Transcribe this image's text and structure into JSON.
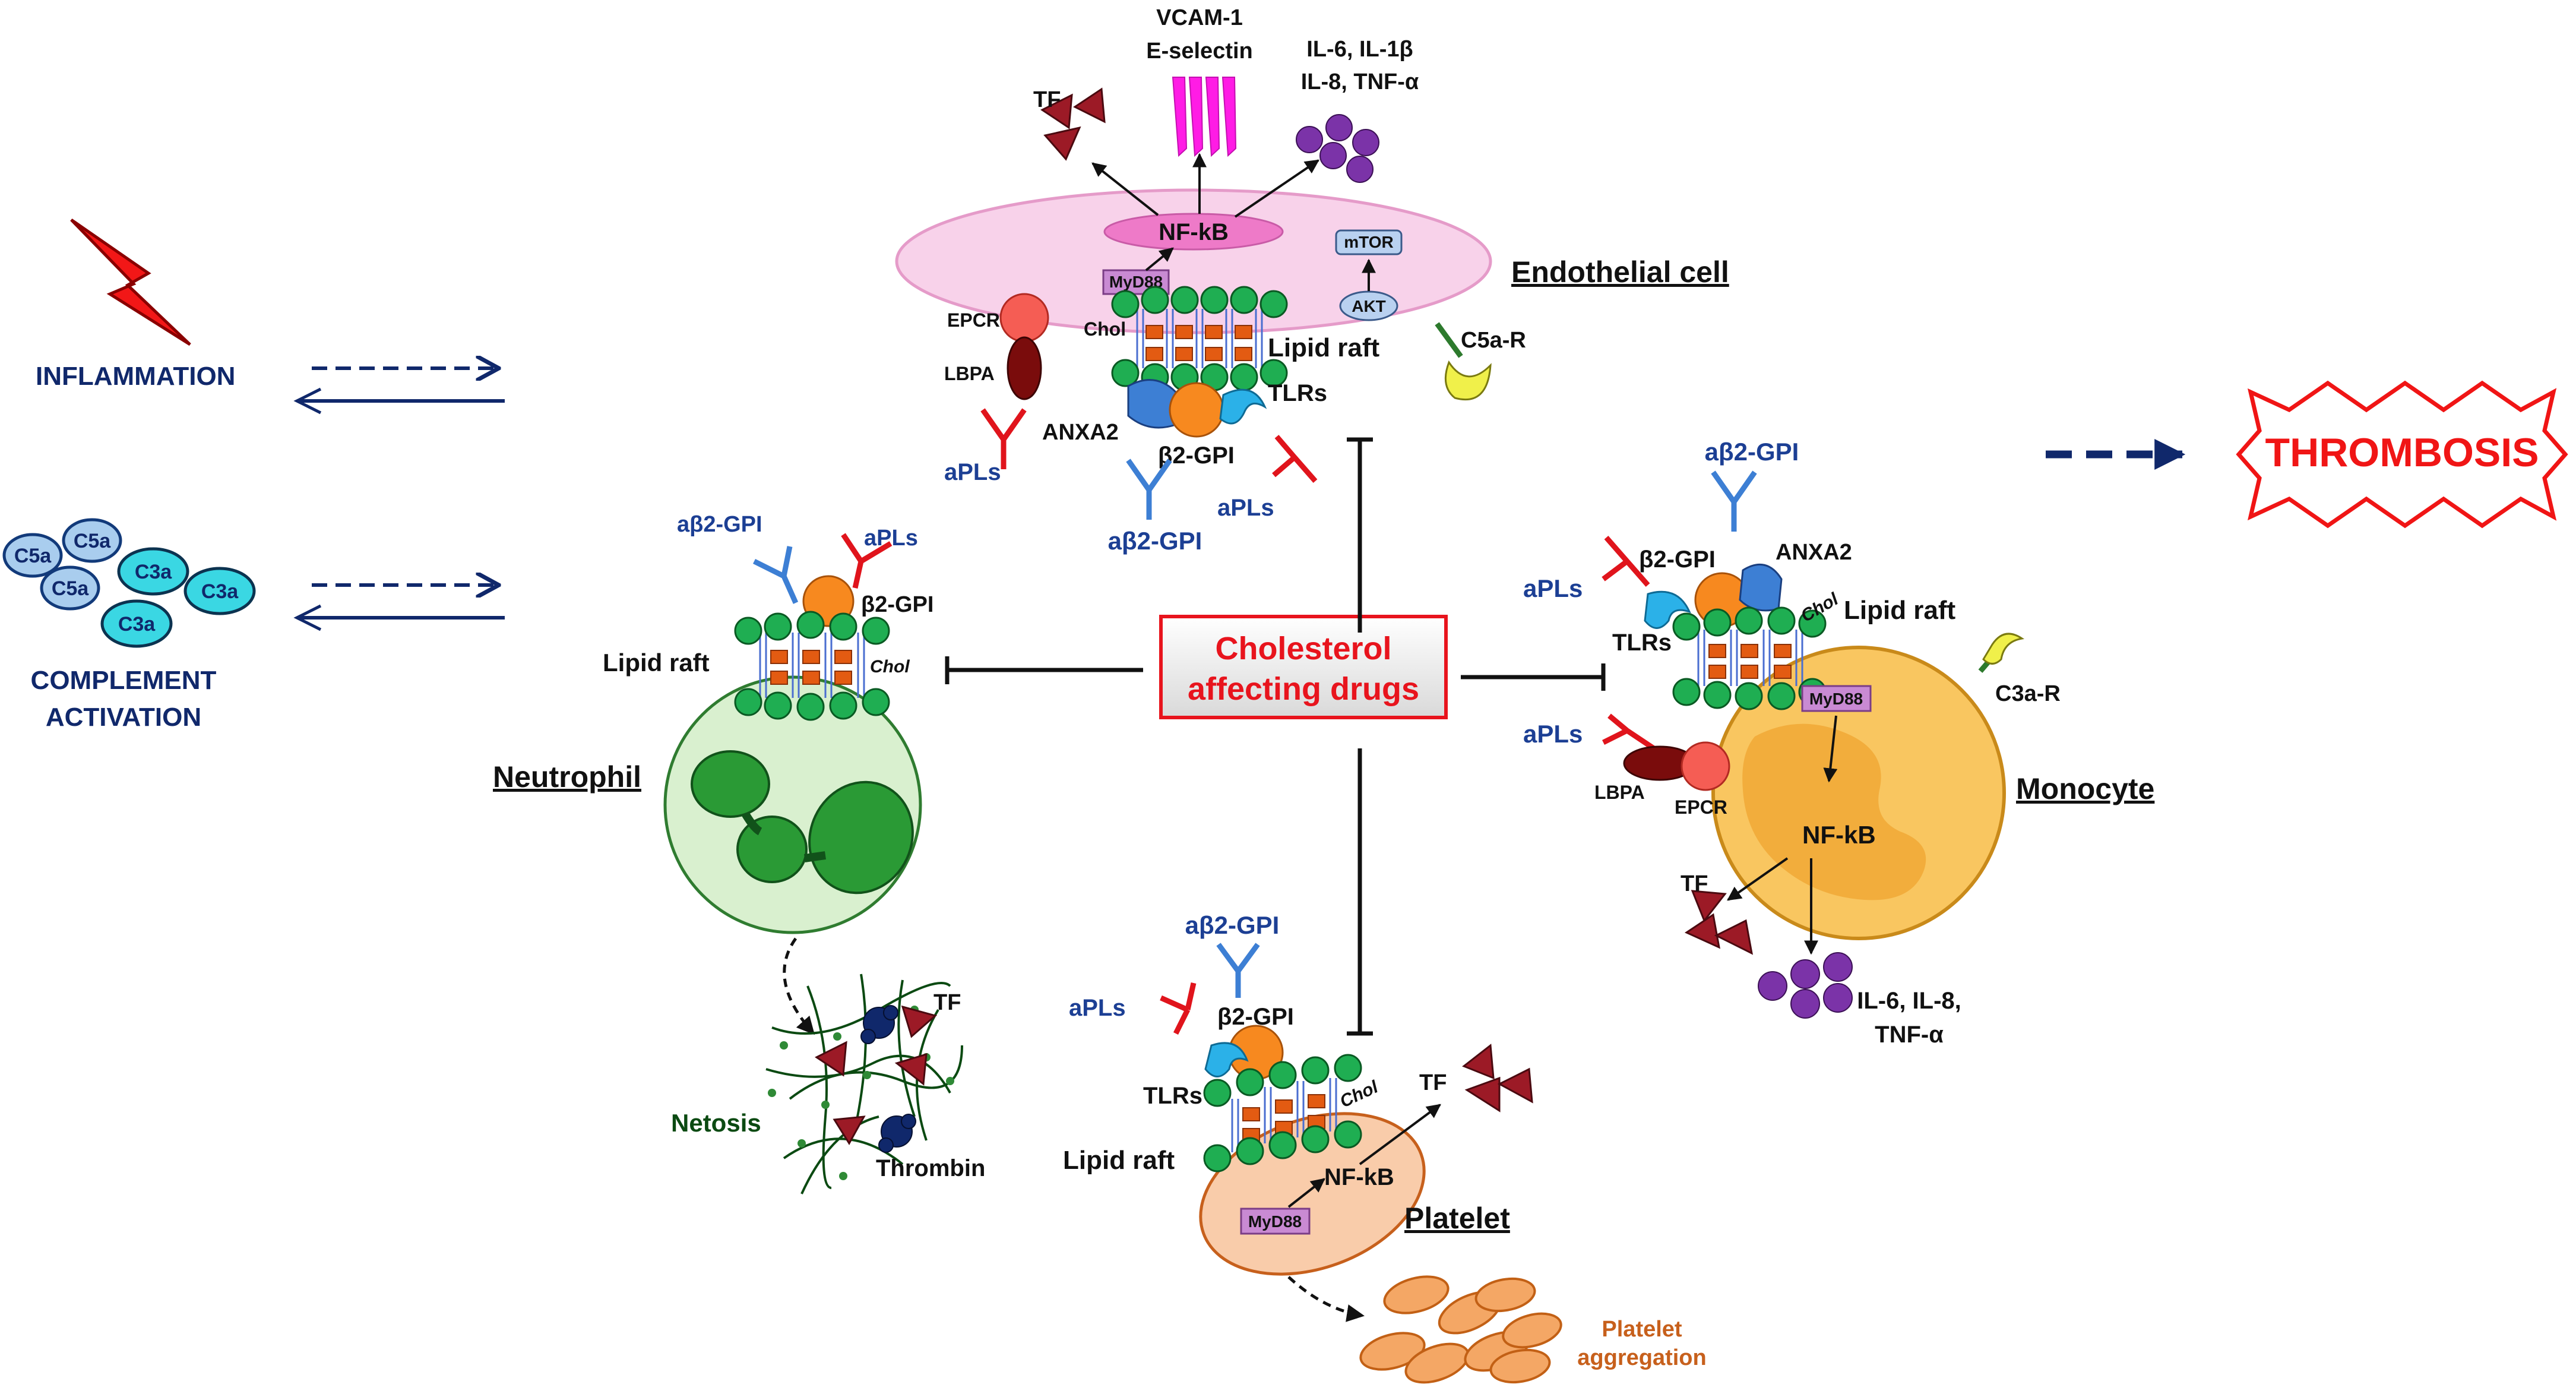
{
  "colors": {
    "navy": "#10286b",
    "blue_label": "#1c3f94",
    "red_accent": "#e8141d",
    "antibody_blue": "#3d7fd4",
    "antibody_red": "#e0141c",
    "b2gpi_orange": "#f7891f",
    "lipid_green": "#1fae52",
    "chol_orange": "#e35b12",
    "tf_darkred": "#9c1a26",
    "cytokine_purple": "#7b33a8",
    "selectin_magenta": "#ff1ce5",
    "neutrophil_green": "#2a9a35",
    "monocyte_yellow": "#f9c660",
    "platelet_orange": "#f4a765",
    "endothelium_pink": "#f5c3e2",
    "c3a_cyan": "#3ad7e3",
    "c5a_lightblue": "#a9cdee",
    "netosis_green": "#0b4a12"
  },
  "left": {
    "inflammation": "INFLAMMATION",
    "complement": [
      "COMPLEMENT",
      "ACTIVATION"
    ],
    "c5a": "C5a",
    "c3a": "C3a"
  },
  "center": {
    "drugs": [
      "Cholesterol",
      "affecting drugs"
    ]
  },
  "thrombosis": "THROMBOSIS",
  "endothelial": {
    "title": "Endothelial cell",
    "vcam": "VCAM-1",
    "eselectin": "E-selectin",
    "cytokines": [
      "IL-6, IL-1β",
      "IL-8, TNF-α"
    ],
    "tf": "TF",
    "nfkb": "NF-kB",
    "myd88": "MyD88",
    "mtor": "mTOR",
    "akt": "AKT",
    "epcr": "EPCR",
    "lbpa": "LBPA",
    "chol": "Chol",
    "lipid_raft": "Lipid raft",
    "c5ar": "C5a-R",
    "tlrs": "TLRs",
    "anxa2": "ANXA2",
    "b2gpi": "β2-GPI",
    "apls": "aPLs",
    "ab2gpi": "aβ2-GPI",
    "apls2": "aPLs"
  },
  "neutrophil": {
    "title": "Neutrophil",
    "ab2gpi": "aβ2-GPI",
    "apls": "aPLs",
    "b2gpi": "β2-GPI",
    "lipid_raft": "Lipid raft",
    "chol": "Chol",
    "netosis": "Netosis",
    "tf": "TF",
    "thrombin": "Thrombin"
  },
  "monocyte": {
    "title": "Monocyte",
    "ab2gpi": "aβ2-GPI",
    "apls": "aPLs",
    "b2gpi": "β2-GPI",
    "anxa2": "ANXA2",
    "tlrs": "TLRs",
    "chol": "Chol",
    "lipid_raft": "Lipid raft",
    "c3ar": "C3a-R",
    "myd88": "MyD88",
    "apls2": "aPLs",
    "lbpa": "LBPA",
    "epcr": "EPCR",
    "nfkb": "NF-kB",
    "tf": "TF",
    "cytokines": [
      "IL-6, IL-8,",
      "TNF-α"
    ]
  },
  "platelet": {
    "title": "Platelet",
    "ab2gpi": "aβ2-GPI",
    "apls": "aPLs",
    "b2gpi": "β2-GPI",
    "tlrs": "TLRs",
    "chol": "Chol",
    "lipid_raft": "Lipid raft",
    "nfkb": "NF-kB",
    "myd88": "MyD88",
    "tf": "TF",
    "aggregation": [
      "Platelet",
      "aggregation"
    ]
  }
}
